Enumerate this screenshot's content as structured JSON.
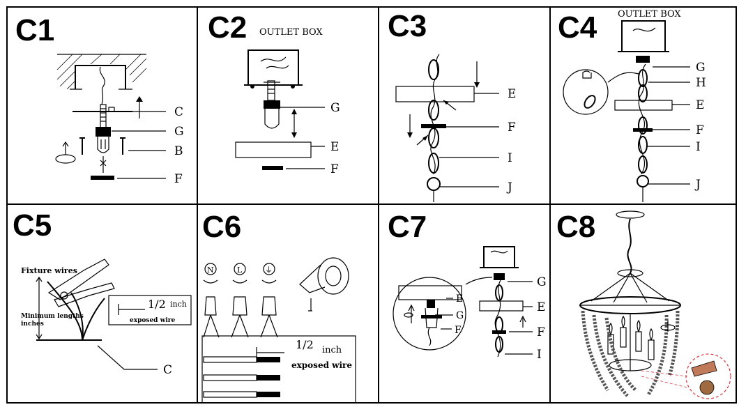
{
  "panels": [
    {
      "id": "C1",
      "labels": [
        "C",
        "G",
        "B",
        "F"
      ]
    },
    {
      "id": "C2",
      "caption": "OUTLET BOX",
      "labels": [
        "G",
        "E",
        "F"
      ]
    },
    {
      "id": "C3",
      "labels": [
        "E",
        "F",
        "I",
        "J"
      ]
    },
    {
      "id": "C4",
      "caption": "OUTLET BOX",
      "labels": [
        "G",
        "H",
        "E",
        "F",
        "I",
        "J"
      ]
    },
    {
      "id": "C5",
      "labels": [
        "C"
      ],
      "fixture_wires": "Fixture wires",
      "min_length": "Minimum lengths",
      "min_length2": "inches",
      "half_inch": "1/2",
      "inch": "inch",
      "exposed": "exposed wire"
    },
    {
      "id": "C6",
      "wire_symbols": [
        "N",
        "L",
        "⏚"
      ],
      "half_inch": "1/2",
      "inch": "inch",
      "exposed": "exposed wire"
    },
    {
      "id": "C7",
      "labels": [
        "G",
        "E",
        "I",
        "F"
      ],
      "inset_labels": [
        "E",
        "G",
        "F"
      ]
    },
    {
      "id": "C8"
    }
  ]
}
